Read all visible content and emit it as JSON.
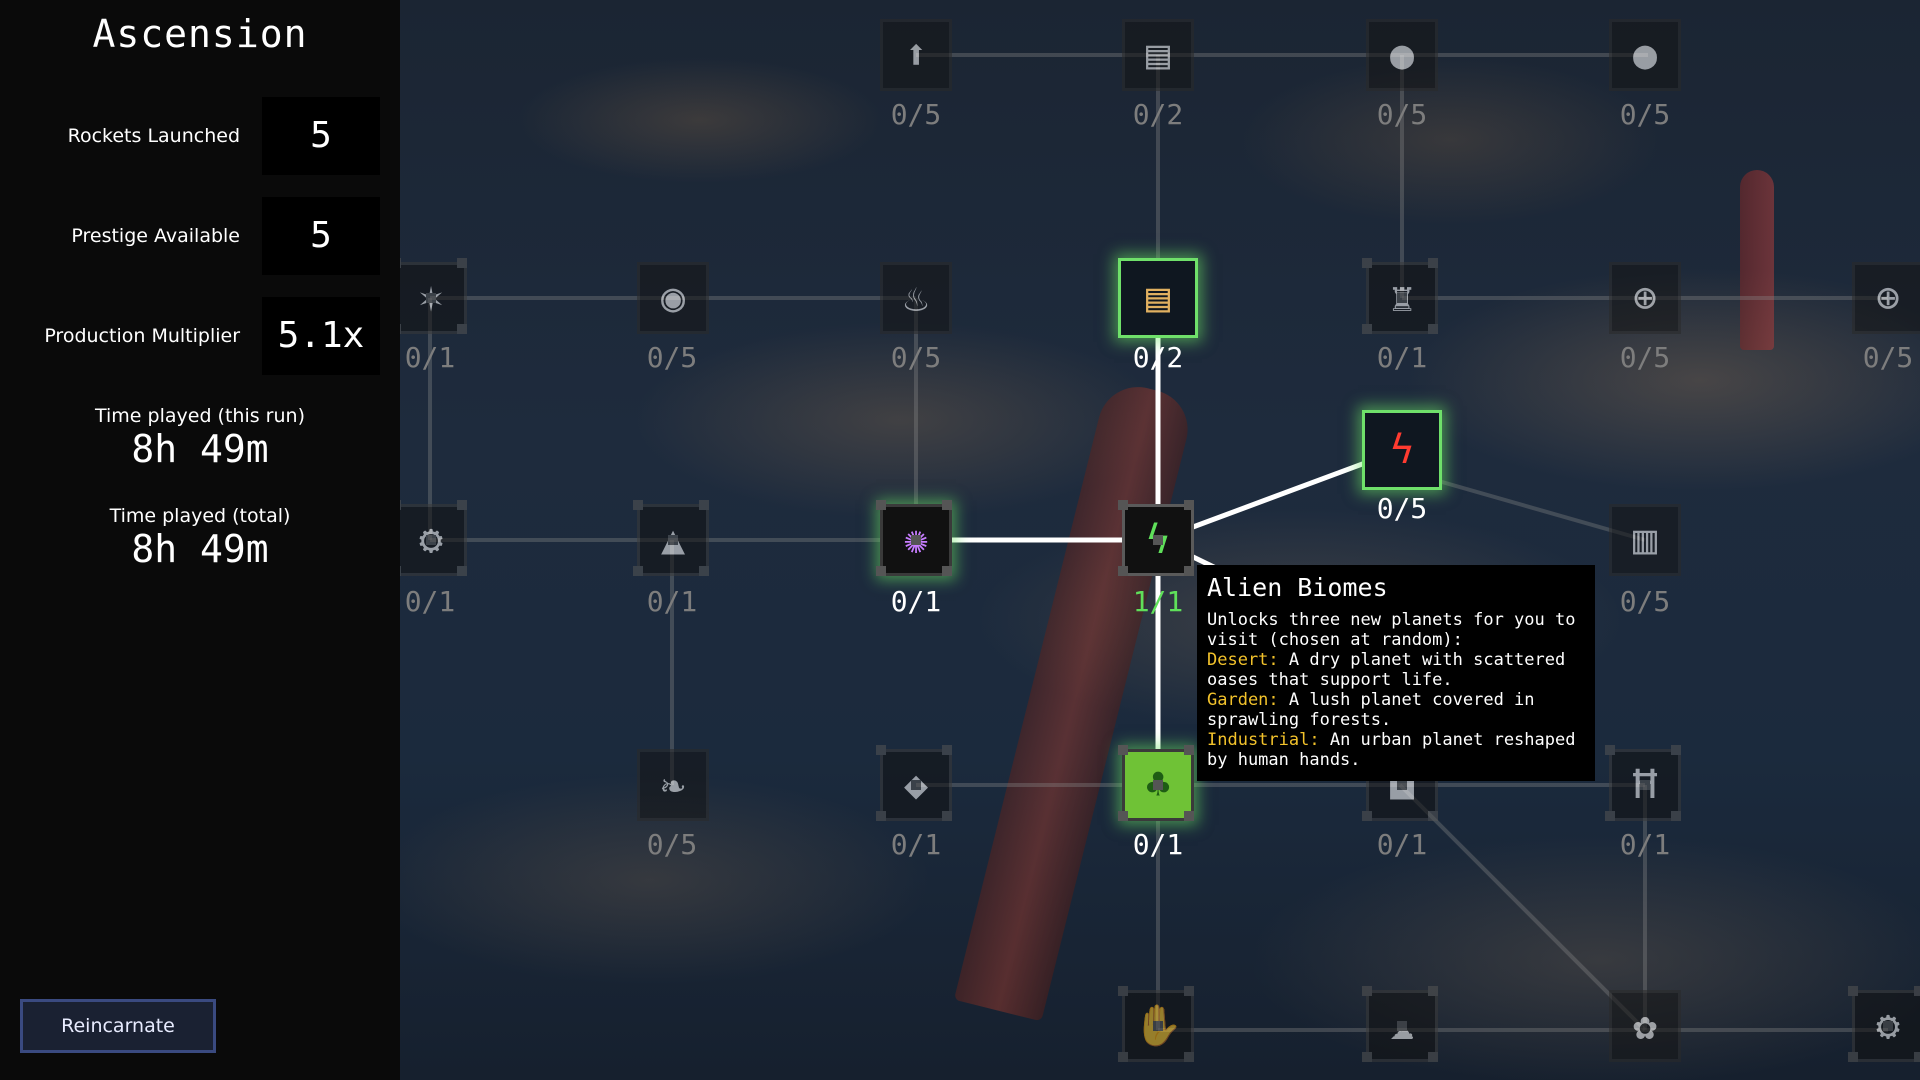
{
  "sidebar": {
    "title": "Ascension",
    "stats": [
      {
        "label": "Rockets Launched",
        "value": "5"
      },
      {
        "label": "Prestige Available",
        "value": "5"
      },
      {
        "label": "Production Multiplier",
        "value": "5.1x"
      }
    ],
    "time_run": {
      "label": "Time played (this run)",
      "value": "8h 49m"
    },
    "time_total": {
      "label": "Time played (total)",
      "value": "8h 49m"
    },
    "reincarnate_label": "Reincarnate"
  },
  "nodes": {
    "row1": [
      "0/5",
      "0/2",
      "0/5",
      "0/5"
    ],
    "row2": [
      "0/1",
      "0/5",
      "0/5",
      "0/2",
      "0/1",
      "0/5",
      "0/5"
    ],
    "red_bolt": "0/5",
    "row3": [
      "0/1",
      "0/1",
      "0/1",
      "1/1",
      "0/5"
    ],
    "row4": [
      "0/5",
      "0/1",
      "0/1",
      "0/1",
      "0/1"
    ]
  },
  "tooltip": {
    "title": "Alien Biomes",
    "intro": "Unlocks three new planets for you to visit (chosen at random):",
    "desert_key": "Desert:",
    "desert_text": " A dry planet with scattered oases that support life.",
    "garden_key": "Garden:",
    "garden_text": " A lush planet covered in sprawling forests.",
    "industrial_key": "Industrial:",
    "industrial_text": " An urban planet reshaped by human hands."
  },
  "colors": {
    "owned_glow": "#6fe06a",
    "keyword": "#f2c22b",
    "owned_count": "#5fe05a",
    "reincarnate_border": "#3a4a80"
  },
  "icons": {
    "up_arrow": "up-arrow-icon",
    "chest": "treasure-chest-icon",
    "bulb": "lightbulb-icon",
    "star": "star-icon",
    "rock": "rock-icon",
    "fire": "flame-icon",
    "tower": "tower-icon",
    "lightning_green": "green-lightning-icon",
    "lightning_red": "red-lightning-icon",
    "galaxy": "galaxy-icon",
    "gear": "gear-icon",
    "triangle": "triangle-icon",
    "book": "book-icon",
    "leaf": "leaf-icon",
    "clover": "clover-icon"
  }
}
